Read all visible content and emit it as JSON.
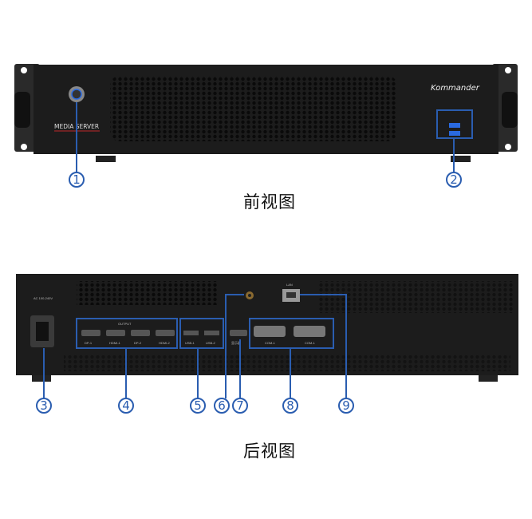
{
  "front": {
    "title": "前视图",
    "brand": "Kommander",
    "model_label": "MEDIA SERVER",
    "callouts": [
      "1",
      "2"
    ]
  },
  "back": {
    "title": "后视图",
    "power_label": "AC 100-240V",
    "output_label": "OUTPUT",
    "port_labels": [
      "DP-1",
      "HDMI-1",
      "DP-2",
      "HDMI-2",
      "USB-1",
      "USB-2",
      "显示器",
      "COM-1",
      "COM-1",
      "LAN"
    ],
    "callouts": [
      "3",
      "4",
      "5",
      "6",
      "7",
      "8",
      "9"
    ]
  },
  "colors": {
    "accent": "#2a5db0",
    "chassis": "#1c1c1c"
  }
}
